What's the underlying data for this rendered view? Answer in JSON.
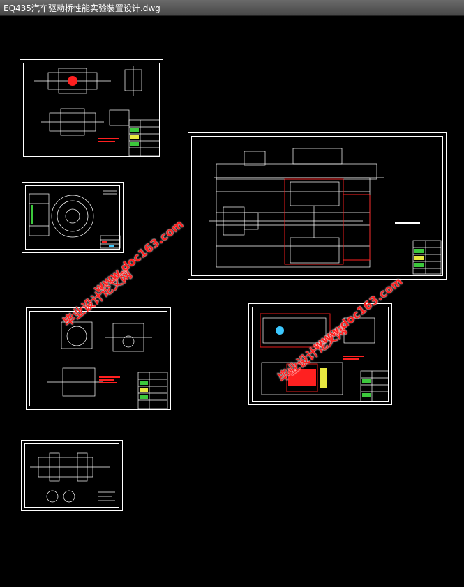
{
  "window": {
    "title": "EQ435汽车驱动桥性能实验装置设计.dwg"
  },
  "watermark": {
    "site_name": "毕业设计论文网",
    "url": "www.doc163.com"
  },
  "colors": {
    "background": "#000000",
    "line": "#ffffff",
    "accent_red": "#ff2020",
    "accent_green": "#3cc83c",
    "accent_yellow": "#e8e840",
    "accent_cyan": "#3cc8ff"
  },
  "sheets": [
    {
      "name": "drawing-sheet-assembly-1"
    },
    {
      "name": "drawing-sheet-gear"
    },
    {
      "name": "drawing-sheet-test-rig-layout"
    },
    {
      "name": "drawing-sheet-assembly-2"
    },
    {
      "name": "drawing-sheet-assembly-3"
    },
    {
      "name": "drawing-sheet-shaft"
    }
  ]
}
